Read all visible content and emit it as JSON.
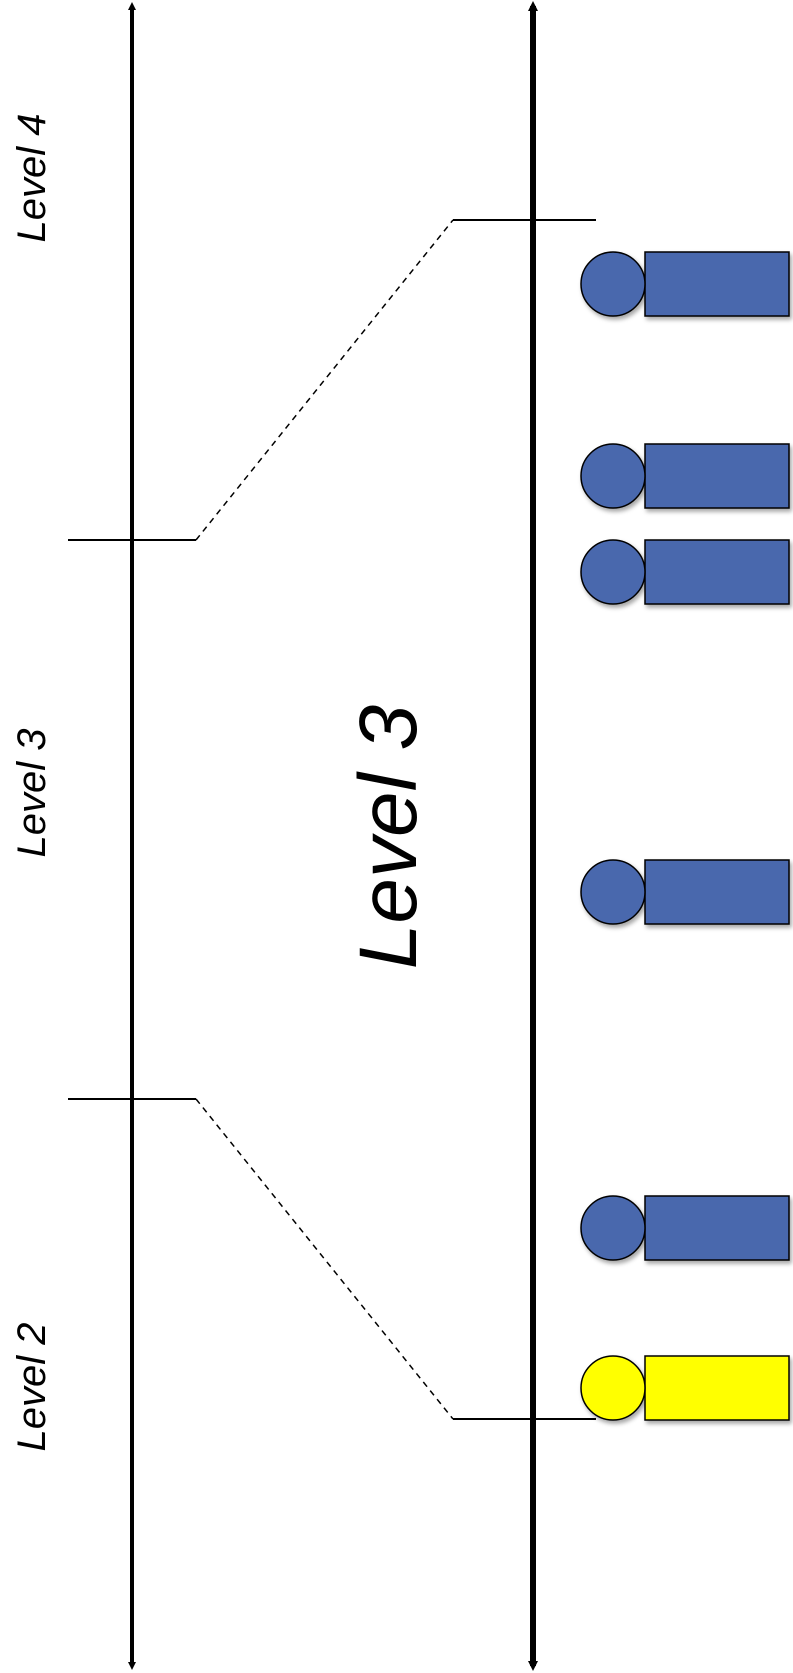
{
  "labels": {
    "left_top": "Level 4",
    "left_mid": "Level 3",
    "left_bottom": "Level 2",
    "center": "Level 3"
  },
  "colors": {
    "blue": "#4a67ad",
    "yellow": "#ffff00",
    "outline": "#000000"
  },
  "figures": [
    {
      "color": "blue"
    },
    {
      "color": "blue"
    },
    {
      "color": "blue"
    },
    {
      "color": "blue"
    },
    {
      "color": "blue"
    },
    {
      "color": "yellow"
    }
  ]
}
